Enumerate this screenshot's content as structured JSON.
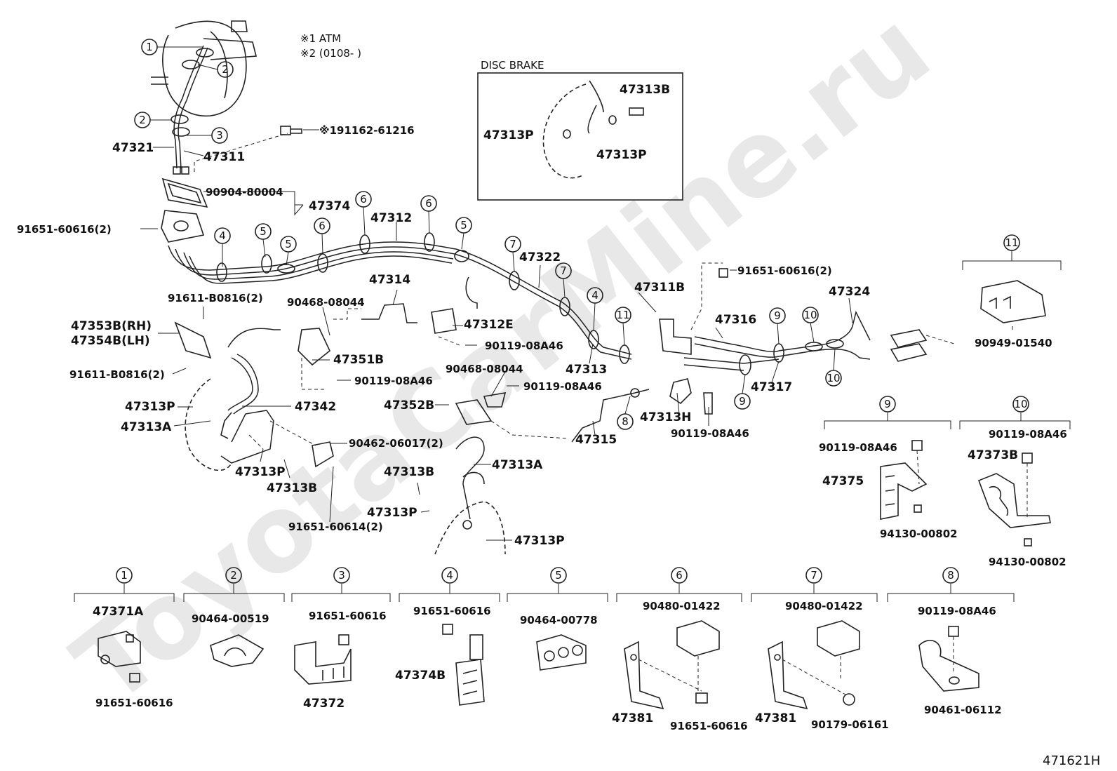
{
  "watermark": "ToyotaCarMine.ru",
  "figure_ref": "471621H",
  "notes": [
    "※1  ATM",
    "※2  (0108-      )"
  ],
  "section_title": "DISC BRAKE",
  "callouts": [
    "1",
    "2",
    "3",
    "4",
    "5",
    "6",
    "7",
    "8",
    "9",
    "10",
    "11"
  ],
  "labels": {
    "p47313B_disc": "47313B",
    "p47313P_disc_l": "47313P",
    "p47313P_disc_r": "47313P",
    "p47321": "47321",
    "p47311": "47311",
    "p191162": "※191162-61216",
    "p90904": "90904-80004",
    "p47374": "47374",
    "p91651_2": "91651-60616(2)",
    "p47312": "47312",
    "p47322": "47322",
    "p47314": "47314",
    "p90468_a": "90468-08044",
    "p91611_a": "91611-B0816(2)",
    "p47353": "47353B(RH)",
    "p47354": "47354B(LH)",
    "p91611_b": "91611-B0816(2)",
    "p47312E": "47312E",
    "p90119_a": "90119-08A46",
    "p47351B": "47351B",
    "p90119_b": "90119-08A46",
    "p90468_b": "90468-08044",
    "p90119_c": "90119-08A46",
    "p47313P_l": "47313P",
    "p47342": "47342",
    "p47313A_l": "47313A",
    "p47352B": "47352B",
    "p90462": "90462-06017(2)",
    "p47313P_m": "47313P",
    "p47313B_m": "47313B",
    "p47313B_c": "47313B",
    "p47313A_c": "47313A",
    "p47313P_c": "47313P",
    "p91651_614": "91651-60614(2)",
    "p47313P_b": "47313P",
    "p47311B": "47311B",
    "p91651_r": "91651-60616(2)",
    "p47313": "47313",
    "p47316": "47316",
    "p47324": "47324",
    "p47317": "47317",
    "p47315": "47315",
    "p47313H": "47313H",
    "p90119_d": "90119-08A46",
    "p90949": "90949-01540",
    "p90119_e": "90119-08A46",
    "p47375": "47375",
    "p94130_a": "94130-00802",
    "p90119_f": "90119-08A46",
    "p47373B": "47373B",
    "p94130_b": "94130-00802",
    "p47371A": "47371A",
    "p91651_c1": "91651-60616",
    "p90464_519": "90464-00519",
    "p91651_c3": "91651-60616",
    "p47372": "47372",
    "p91651_c4": "91651-60616",
    "p47374B": "47374B",
    "p90464_778": "90464-00778",
    "p90480_6": "90480-01422",
    "p47381_6": "47381",
    "p91651_c6": "91651-60616",
    "p90480_7": "90480-01422",
    "p47381_7": "47381",
    "p90179": "90179-06161",
    "p90119_g": "90119-08A46",
    "p90461": "90461-06112"
  }
}
